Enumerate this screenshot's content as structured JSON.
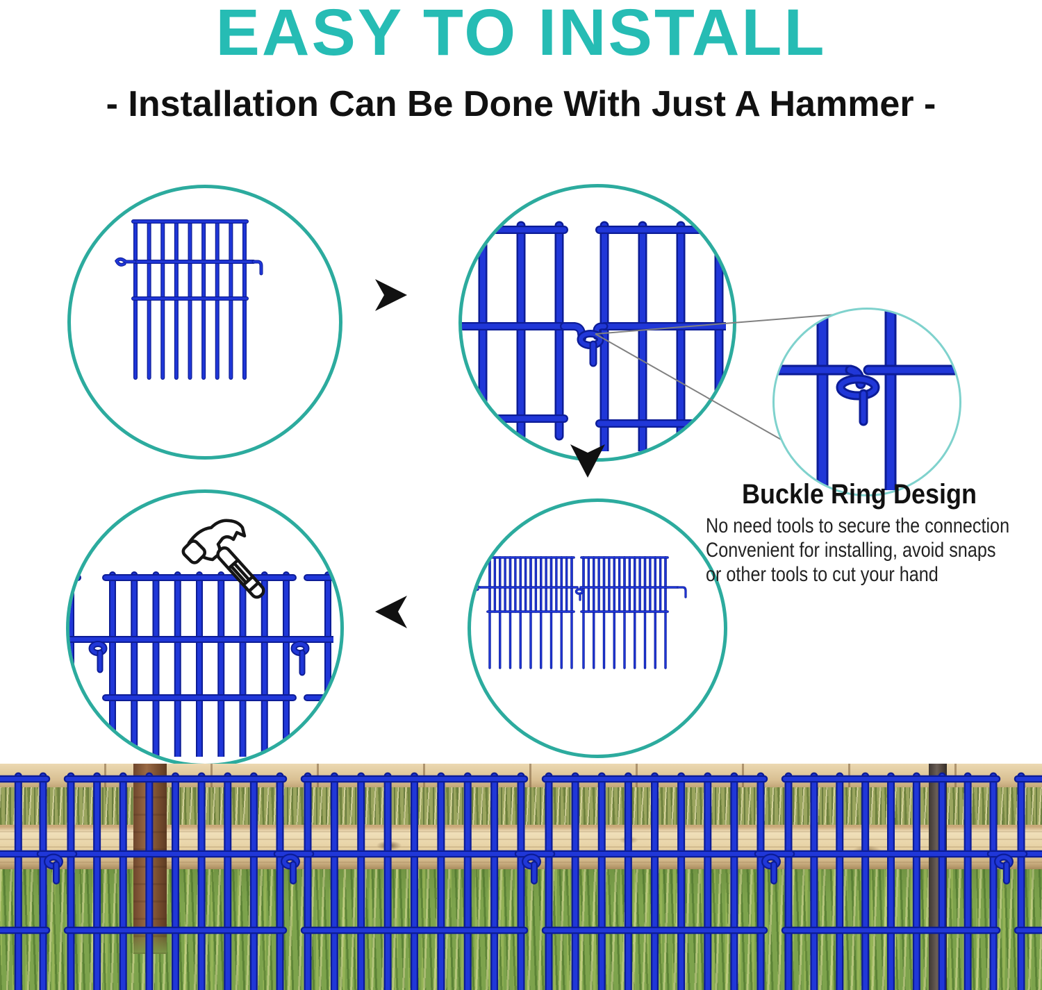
{
  "header": {
    "title": "EASY TO INSTALL",
    "subtitle": "-  Installation Can Be Done With Just A Hammer  -"
  },
  "buckle_callout": {
    "heading": "Buckle Ring Design",
    "lines": [
      "No need tools to secure the connection",
      "Convenient for installing, avoid snaps",
      "or other tools to cut your hand"
    ]
  },
  "icons": {
    "arrow_right": "right-arrow-icon",
    "arrow_down": "down-arrow-icon",
    "arrow_left": "left-arrow-icon",
    "hammer": "hammer-icon",
    "fence_panel": "fence-panel-illustration",
    "buckle_ring": "buckle-ring-illustration"
  },
  "colors": {
    "accent_teal": "#26bcb4",
    "circle_border_teal": "#2cab9e",
    "detail_circle_border": "#7fd2cd",
    "fence_blue": "#2037d8",
    "fence_blue_dark": "#0c1c96",
    "text_black": "#111111",
    "leader_line_gray": "#808080"
  }
}
